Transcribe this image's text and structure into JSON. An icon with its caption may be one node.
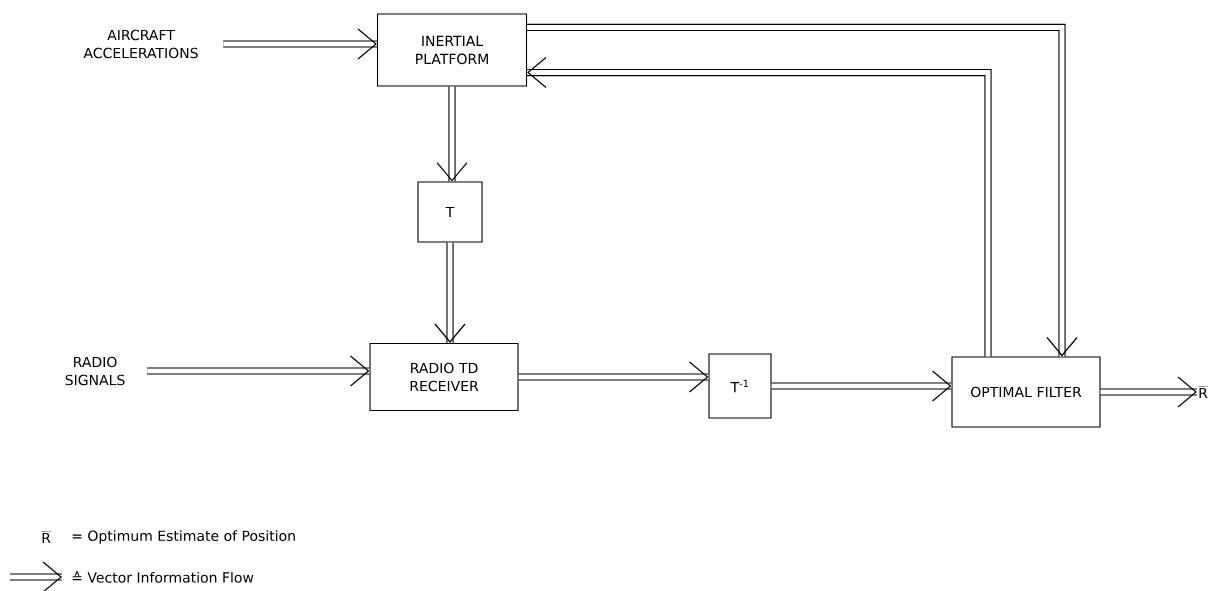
{
  "diagram": {
    "nodes": [
      {
        "text": [
          "AIRCRAFT ACCELERATIONS"
        ]
      },
      {
        "text": [
          "INERTIAL PLATFORM"
        ]
      },
      {
        "text": [
          "T"
        ]
      },
      {
        "text": [
          "RADIO SIGNALS"
        ]
      },
      {
        "text": [
          "RADIO TD RECEIVER"
        ]
      },
      {
        "text": [
          "T$^{-1}$"
        ]
      },
      {
        "text": [
          "OPTIMAL FILTER"
        ]
      },
      {
        "text": [
          "\\overline{\\mathrm{R}}"
        ]
      }
    ],
    "edges": [
      {
        "from": 0,
        "to": 1,
        "arrow": "to"
      },
      {
        "from": 1,
        "to": 2,
        "arrow": "to"
      },
      {
        "from": 2,
        "to": 4,
        "arrow": "to"
      },
      {
        "from": 3,
        "to": 4,
        "arrow": "to"
      },
      {
        "from": 4,
        "to": 5,
        "arrow": "to"
      },
      {
        "from": 5,
        "to": 6,
        "arrow": "to"
      },
      {
        "from": 6,
        "to": 7,
        "arrow": "to"
      },
      {
        "from": 1,
        "to": 6,
        "arrow": "to"
      },
      {
        "from": 6,
        "to": 1,
        "arrow": "to"
      }
    ],
    "labels": [
      "\\overline{\\mathrm{R}}",
      "= Optimum Estimate of Position"
    ],
    "legend": [
      {
        "text": "≙ Vector Information Flow"
      }
    ]
  }
}
